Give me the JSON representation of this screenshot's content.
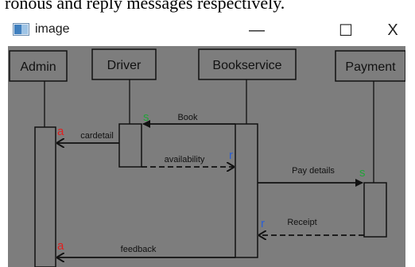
{
  "caption_fragment": "ronous and reply messages respectively.",
  "window": {
    "title": "image",
    "controls": {
      "minimize": "—",
      "maximize": "☐",
      "close": "X"
    }
  },
  "diagram": {
    "actors": [
      "Admin",
      "Driver",
      "Bookservice",
      "Payment"
    ],
    "messages": [
      {
        "label": "Book",
        "tag": "s",
        "style": "synchronous"
      },
      {
        "label": "cardetail",
        "tag": "a",
        "style": "asynchronous"
      },
      {
        "label": "availability",
        "tag": "r",
        "style": "reply"
      },
      {
        "label": "Pay details",
        "tag": "s",
        "style": "synchronous"
      },
      {
        "label": "Receipt",
        "tag": "r",
        "style": "reply"
      },
      {
        "label": "feedback",
        "tag": "a",
        "style": "asynchronous"
      }
    ],
    "colors": {
      "background": "#7d7d7d",
      "tag_s": "#22a33a",
      "tag_a": "#e02020",
      "tag_r": "#2a5fd6"
    }
  }
}
